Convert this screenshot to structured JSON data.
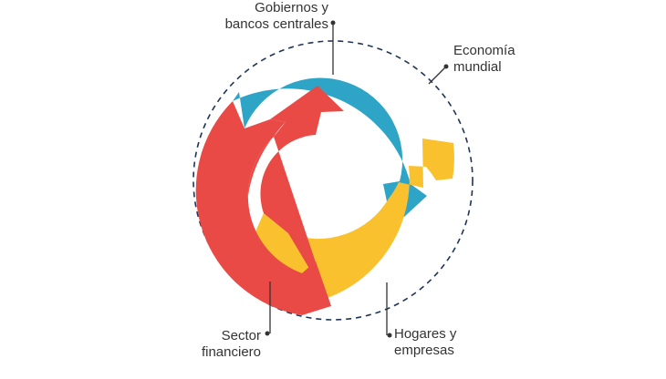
{
  "diagram": {
    "nodes": [
      {
        "id": "gobiernos",
        "line1": "Gobiernos y",
        "line2": "bancos centrales",
        "color": "#2ea4c7"
      },
      {
        "id": "hogares",
        "line1": "Hogares y",
        "line2": "empresas",
        "color": "#f9c12e"
      },
      {
        "id": "sector",
        "line1": "Sector",
        "line2": "financiero",
        "color": "#e94a45"
      }
    ],
    "outer_ring": {
      "line1": "Economía",
      "line2": "mundial",
      "stroke": "#1e3558"
    }
  }
}
